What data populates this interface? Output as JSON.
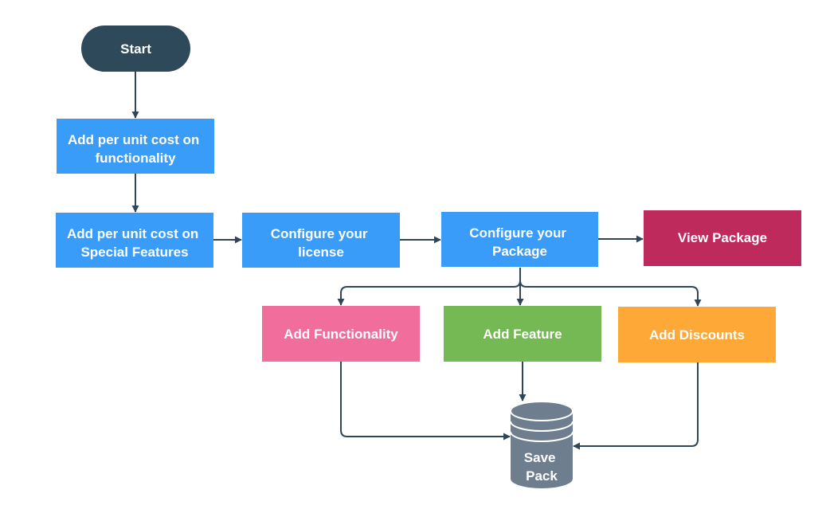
{
  "diagram": {
    "colors": {
      "terminal": "#2e4a5a",
      "process": "#3a9cf9",
      "view": "#bd2a5b",
      "functionality": "#f06d9c",
      "feature": "#74b953",
      "discounts": "#fea837",
      "storage": "#6e7e8e",
      "connector": "#2e4657"
    },
    "nodes": {
      "start": {
        "lines": [
          "Start"
        ]
      },
      "unit_cost_functionality": {
        "lines": [
          "Add per unit cost on",
          "functionality"
        ]
      },
      "unit_cost_special": {
        "lines": [
          "Add per unit cost on",
          "Special Features"
        ]
      },
      "configure_license": {
        "lines": [
          "Configure your",
          "license"
        ]
      },
      "configure_package": {
        "lines": [
          "Configure your",
          "Package"
        ]
      },
      "view_package": {
        "lines": [
          "View Package"
        ]
      },
      "add_functionality": {
        "lines": [
          "Add Functionality"
        ]
      },
      "add_feature": {
        "lines": [
          "Add Feature"
        ]
      },
      "add_discounts": {
        "lines": [
          "Add Discounts"
        ]
      },
      "save_pack": {
        "lines": [
          "Save",
          "Pack"
        ]
      }
    }
  }
}
